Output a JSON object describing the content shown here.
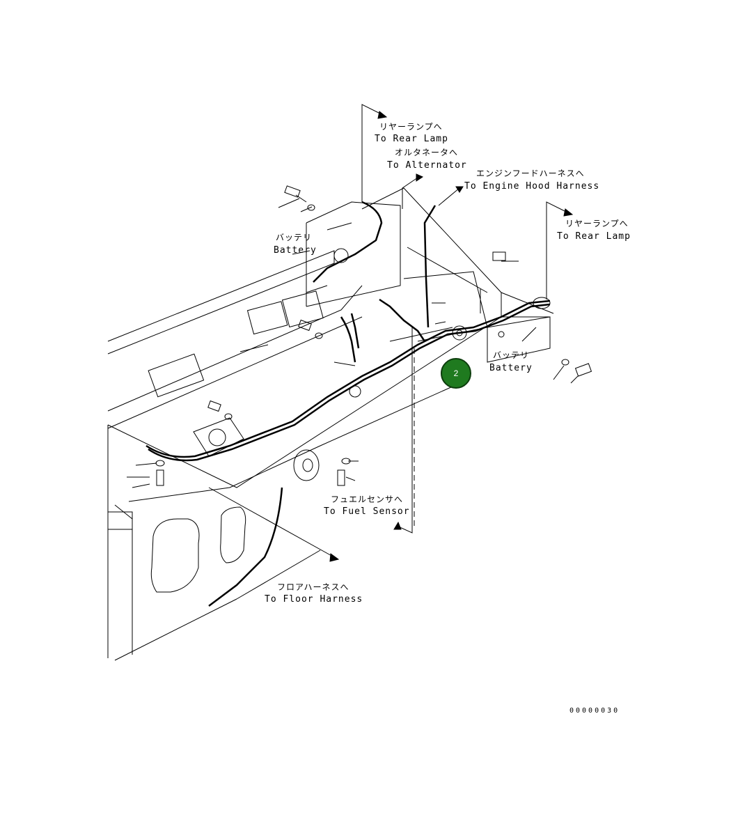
{
  "labels": {
    "rear_lamp_top_jp": "リヤーランプへ",
    "rear_lamp_top_en": "To Rear Lamp",
    "alternator_jp": "オルタネータへ",
    "alternator_en": "To Alternator",
    "engine_hood_jp": "エンジンフードハーネスへ",
    "engine_hood_en": "To Engine Hood Harness",
    "rear_lamp_right_jp": "リヤーランプへ",
    "rear_lamp_right_en": "To Rear Lamp",
    "battery_left_jp": "バッテリ",
    "battery_left_en": "Battery",
    "battery_right_jp": "バッテリ",
    "battery_right_en": "Battery",
    "fuel_sensor_jp": "フュエルセンサへ",
    "fuel_sensor_en": "To Fuel Sensor",
    "floor_harness_jp": "フロアハーネスへ",
    "floor_harness_en": "To Floor Harness"
  },
  "callout": {
    "number": "2",
    "color": "#1f7a1f"
  },
  "document_number": "00000030"
}
